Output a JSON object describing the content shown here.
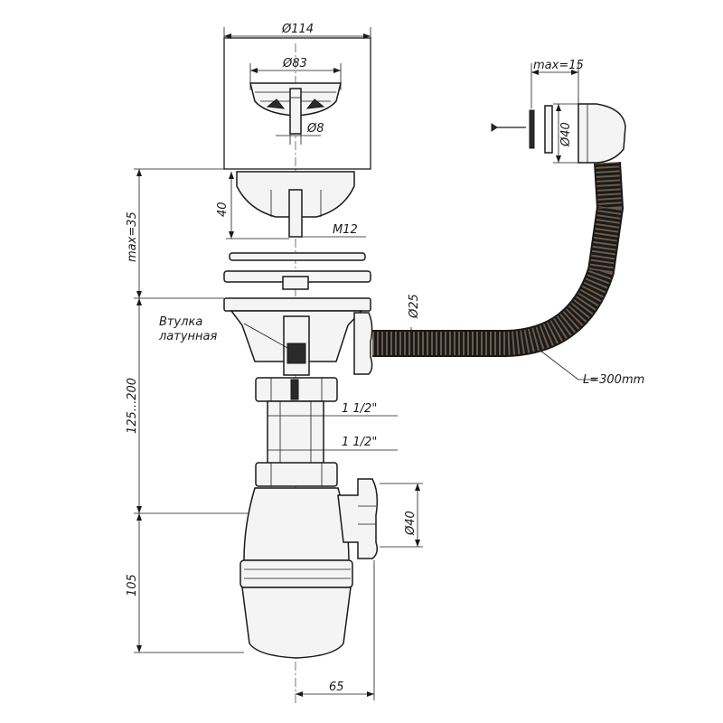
{
  "labels": {
    "d114": "Ø114",
    "d83": "Ø83",
    "d8": "Ø8",
    "d40_top": "Ø40",
    "max15": "max=15",
    "h40": "40",
    "m12": "M12",
    "max35": "max=35",
    "d25": "Ø25",
    "bushing_line1": "Втулка",
    "bushing_line2": "латунная",
    "len300": "L=300mm",
    "range125_200": "125...200",
    "thread1": "1 1/2\"",
    "thread2": "1 1/2\"",
    "d40_outlet": "Ø40",
    "h105": "105",
    "w65": "65"
  }
}
